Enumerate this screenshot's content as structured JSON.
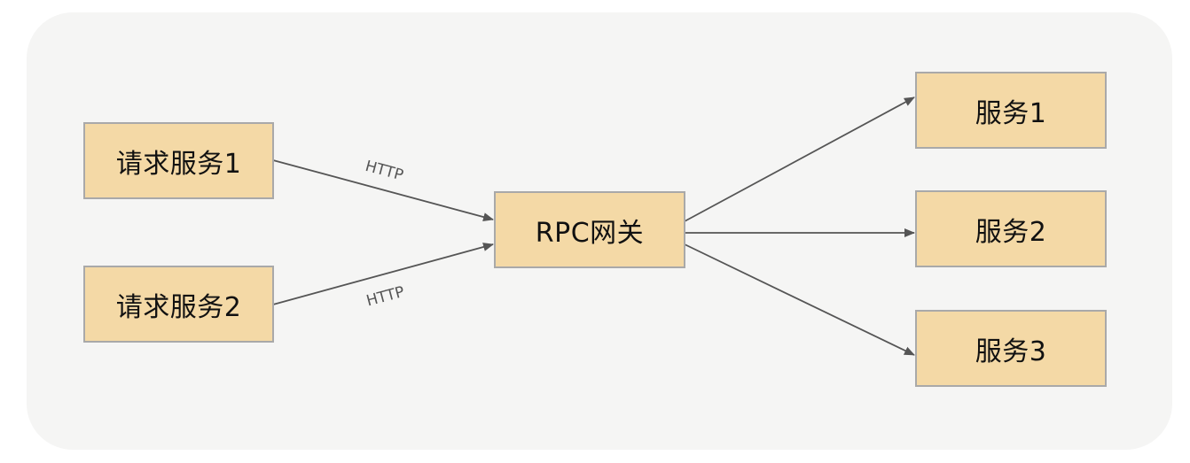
{
  "diagram": {
    "nodes": {
      "client1": "请求服务1",
      "client2": "请求服务2",
      "gateway": "RPC网关",
      "service1": "服务1",
      "service2": "服务2",
      "service3": "服务3"
    },
    "edges": [
      {
        "from": "client1",
        "to": "gateway",
        "label": "HTTP"
      },
      {
        "from": "client2",
        "to": "gateway",
        "label": "HTTP"
      },
      {
        "from": "gateway",
        "to": "service1",
        "label": ""
      },
      {
        "from": "gateway",
        "to": "service2",
        "label": ""
      },
      {
        "from": "gateway",
        "to": "service3",
        "label": ""
      }
    ]
  },
  "colors": {
    "node_fill": "#f4d9a6",
    "node_border": "#a9a9a9",
    "edge": "#555555",
    "background_panel": "#f5f5f4"
  }
}
